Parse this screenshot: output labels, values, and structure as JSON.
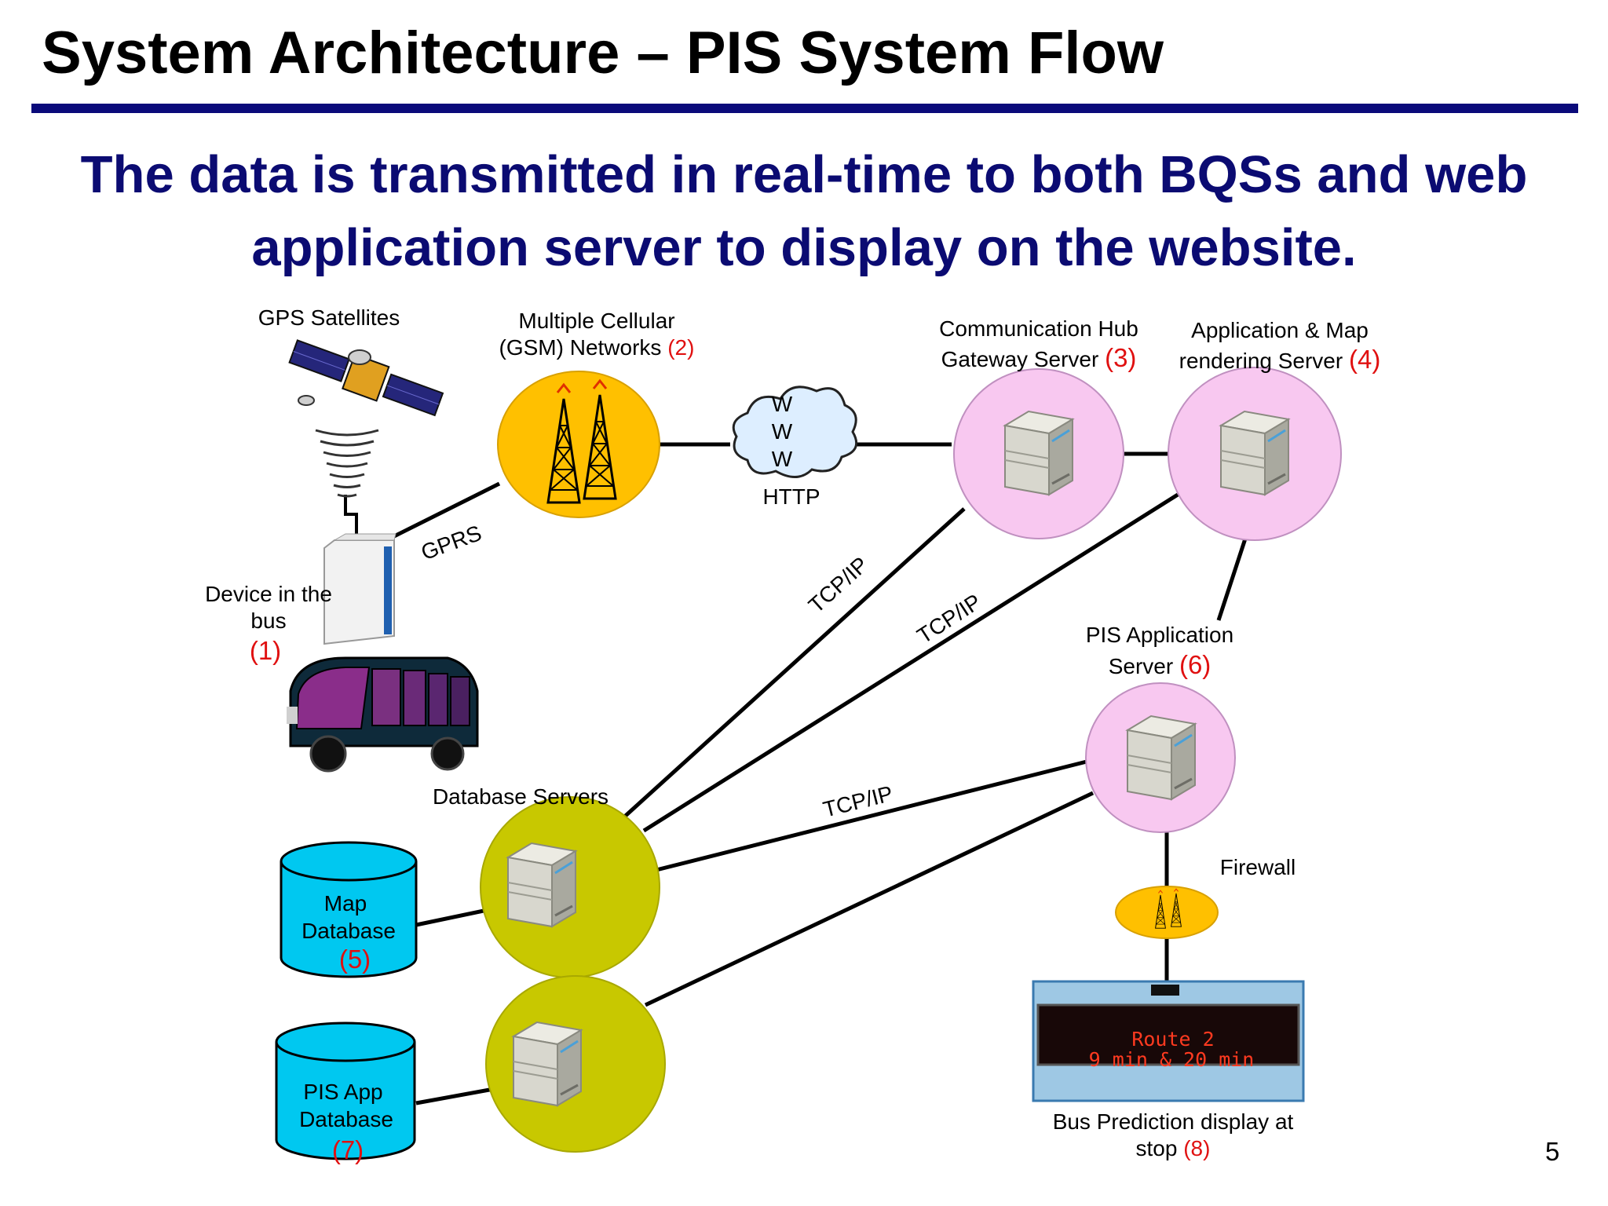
{
  "slide": {
    "title": "System Architecture – PIS System Flow",
    "subtitle_line1": "The data is transmitted in real-time to both BQSs and web",
    "subtitle_line2": "application server to display on the website.",
    "page_number": "5"
  },
  "nodes": {
    "gps": {
      "label": "GPS Satellites"
    },
    "device": {
      "label_line1": "Device in the",
      "label_line2": "bus",
      "number": "(1)"
    },
    "cellular": {
      "label_line1": "Multiple Cellular",
      "label_line2": "(GSM) Networks",
      "number": "(2)"
    },
    "www": {
      "w1": "W",
      "w2": "W",
      "w3": "W",
      "protocol": "HTTP"
    },
    "hub": {
      "label_line1": "Communication Hub",
      "label_line2": "Gateway Server",
      "number": "(3)"
    },
    "appmap": {
      "label_line1": "Application & Map",
      "label_line2": "rendering Server",
      "number": "(4)"
    },
    "pis_app": {
      "label_line1": "PIS Application",
      "label_line2": "Server",
      "number": "(6)"
    },
    "db_servers": {
      "label": "Database Servers"
    },
    "map_db": {
      "label_line1": "Map",
      "label_line2": "Database",
      "number": "(5)"
    },
    "pis_db": {
      "label_line1": "PIS App",
      "label_line2": "Database",
      "number": "(7)"
    },
    "firewall": {
      "label": "Firewall"
    },
    "display": {
      "screen_line1": "Route 2",
      "screen_line2": "9 min & 20 min",
      "label_line1": "Bus Prediction display at",
      "label_line2": "stop",
      "number": "(8)"
    }
  },
  "links": {
    "gprs": "GPRS",
    "tcpip_1": "TCP/IP",
    "tcpip_2": "TCP/IP",
    "tcpip_3": "TCP/IP"
  },
  "colors": {
    "title_rule": "#0a0a7a",
    "subtitle": "#0b0b72",
    "cellular_fill": "#ffc000",
    "server_fill": "#f8c8f0",
    "database_server_fill": "#c8c800",
    "database_fill": "#00c8f0",
    "number_red": "#e01010"
  }
}
